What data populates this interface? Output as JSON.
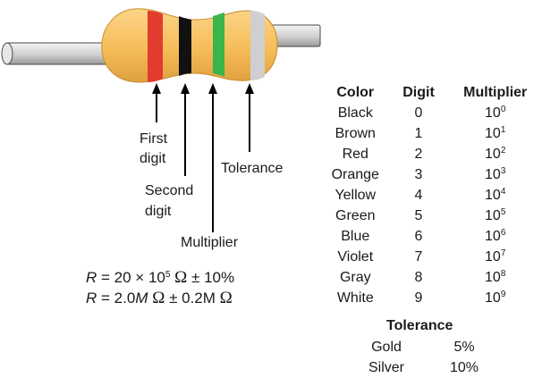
{
  "resistor_colors": {
    "body": "#f7bf5a",
    "body_shade": "#d99a2e",
    "lead": "#d8d8d8",
    "lead_edge": "#4a4a4a",
    "band1": "#e23b2f",
    "band2": "#111111",
    "band3": "#39b54a",
    "band4": "#cfcfcf"
  },
  "labels": {
    "first_digit": [
      "First",
      "digit"
    ],
    "second_digit": [
      "Second",
      "digit"
    ],
    "multiplier": "Multiplier",
    "tolerance": "Tolerance"
  },
  "formulas": {
    "line1": {
      "var": "R",
      "eq": " = 20 × 10",
      "exp": "5",
      "omega": " Ω",
      "rest": " ± 10%"
    },
    "line2": {
      "var": "R",
      "eq": " = 2.0",
      "unit_italic": "M",
      "omega": " Ω",
      "rest": " ± 0.2M ",
      "omega2": "Ω"
    }
  },
  "code_table": {
    "headers": [
      "Color",
      "Digit",
      "Multiplier"
    ],
    "rows": [
      {
        "color": "Black",
        "digit": "0",
        "base": "10",
        "exp": "0"
      },
      {
        "color": "Brown",
        "digit": "1",
        "base": "10",
        "exp": "1"
      },
      {
        "color": "Red",
        "digit": "2",
        "base": "10",
        "exp": "2"
      },
      {
        "color": "Orange",
        "digit": "3",
        "base": "10",
        "exp": "3"
      },
      {
        "color": "Yellow",
        "digit": "4",
        "base": "10",
        "exp": "4"
      },
      {
        "color": "Green",
        "digit": "5",
        "base": "10",
        "exp": "5"
      },
      {
        "color": "Blue",
        "digit": "6",
        "base": "10",
        "exp": "6"
      },
      {
        "color": "Violet",
        "digit": "7",
        "base": "10",
        "exp": "7"
      },
      {
        "color": "Gray",
        "digit": "8",
        "base": "10",
        "exp": "8"
      },
      {
        "color": "White",
        "digit": "9",
        "base": "10",
        "exp": "9"
      }
    ]
  },
  "tolerance_table": {
    "title": "Tolerance",
    "rows": [
      {
        "name": "Gold",
        "value": "5%"
      },
      {
        "name": "Silver",
        "value": "10%"
      }
    ]
  }
}
